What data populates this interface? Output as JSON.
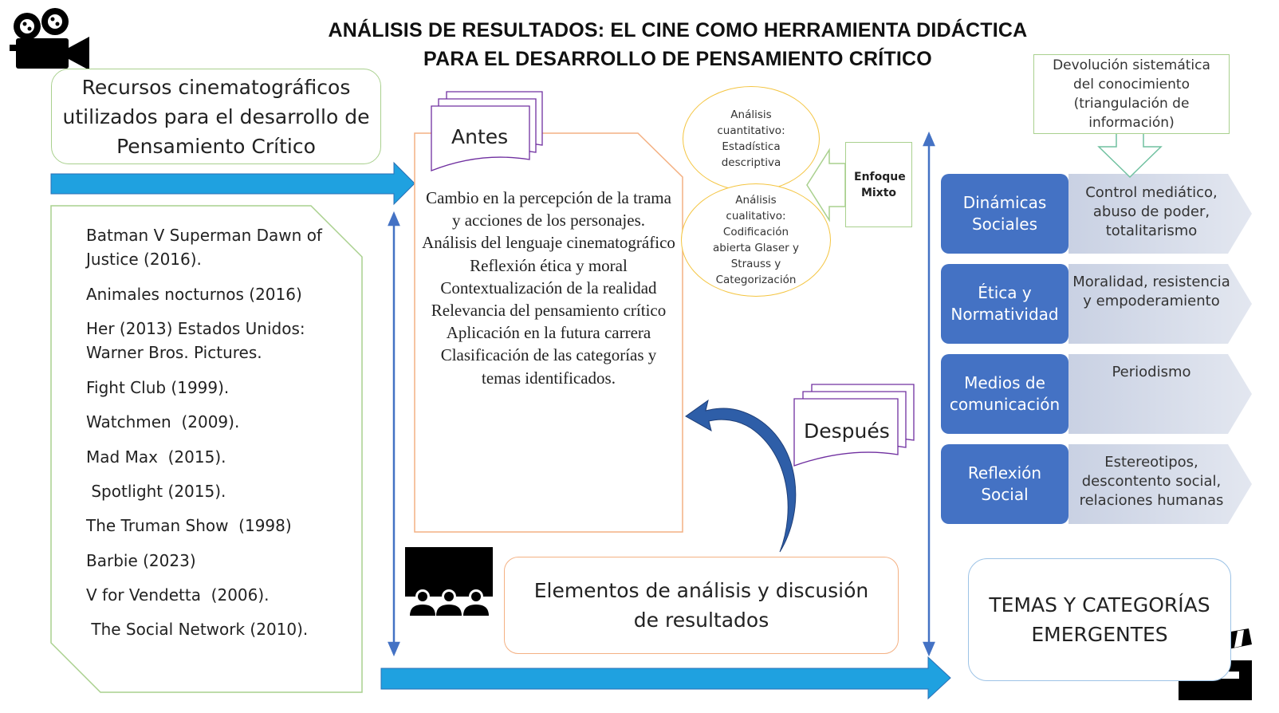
{
  "title": {
    "line1": "ANÁLISIS DE RESULTADOS: EL CINE COMO HERRAMIENTA DIDÁCTICA",
    "line2": "PARA EL DESARROLLO DE PENSAMIENTO CRÍTICO"
  },
  "recursos": {
    "line1": "Recursos cinematográficos",
    "line2": "utilizados para el desarrollo de",
    "line3": "Pensamiento Crítico"
  },
  "films": [
    "Batman V Superman Dawn of Justice (2016).",
    "Animales nocturnos (2016)",
    "Her (2013) Estados Unidos: Warner Bros. Pictures.",
    "Fight Club (1999).",
    "Watchmen  (2009).",
    "Mad Max  (2015).",
    " Spotlight (2015).",
    "The Truman Show  (1998)",
    "Barbie (2023)",
    "V for Vendetta  (2006).",
    " The Social Network (2010)."
  ],
  "antes": "Antes",
  "despues": "Después",
  "center_items": [
    "Cambio en la percepción de la trama y acciones de los personajes.",
    "Análisis  del lenguaje cinematográfico",
    "Reflexión  ética y moral",
    "Contextualización  de la realidad",
    "Relevancia  del pensamiento crítico",
    "Aplicación  en la futura carrera",
    "Clasificación  de las categorías y temas identificados."
  ],
  "cuantitativo": "Análisis cuantitativo: Estadística descriptiva",
  "cualitativo": "Análisis cualitativo: Codificación abierta Glaser y Strauss  y Categorización",
  "enfoque": "Enfoque Mixto",
  "devolucion": "Devolución sistemática del conocimiento (triangulación de información)",
  "categories": [
    {
      "label": "Dinámicas Sociales",
      "desc": "Control mediático, abuso de poder, totalitarismo"
    },
    {
      "label": "Ética y Normatividad",
      "desc": "Moralidad, resistencia y empoderamiento"
    },
    {
      "label": "Medios de comunicación",
      "desc": "Periodismo"
    },
    {
      "label": "Reflexión Social",
      "desc": "Estereotipos, descontento social, relaciones humanas"
    }
  ],
  "elementos": "Elementos de análisis y discusión de resultados",
  "temas": "TEMAS Y CATEGORÍAS EMERGENTES",
  "colors": {
    "blue_arrow": "#1fa1e0",
    "category_blue": "#4472c4",
    "chevron_lavender": "#d6dce8",
    "green_border": "#a9d08e",
    "orange_border": "#f4b183",
    "yellow_border": "#f4c542",
    "doc_border": "#7030a0"
  },
  "icons": [
    "film-camera-icon",
    "audience-screen-icon",
    "clapperboard-icon"
  ]
}
